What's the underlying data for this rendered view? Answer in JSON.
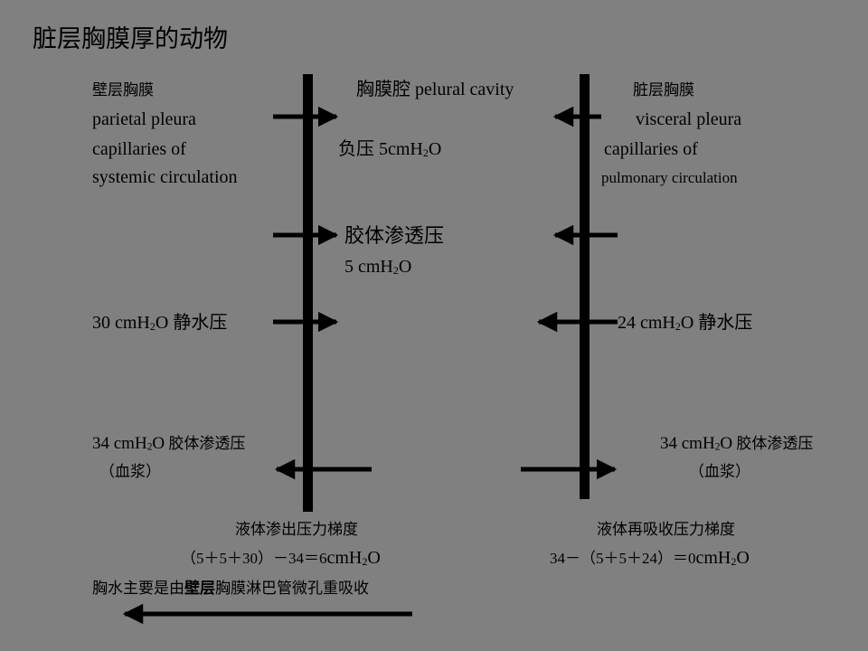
{
  "title": "脏层胸膜厚的动物",
  "left": {
    "cn": "壁层胸膜",
    "en": "parietal pleura",
    "cap1": "capillaries of",
    "cap2": "systemic circulation"
  },
  "middle": {
    "cavity": "胸膜腔 pelural cavity",
    "negative_cn": "负压 5",
    "colloid_cn": "胶体渗透压",
    "colloid_val": "5 "
  },
  "right": {
    "cn": "脏层胸膜",
    "en": "visceral pleura",
    "cap1": "capillaries of",
    "cap2": "pulmonary circulation"
  },
  "unit": {
    "pre": "cmH",
    "sub": "2",
    "post": "O"
  },
  "hydro_left": {
    "num": "30 ",
    "label": " 静水压"
  },
  "hydro_right": {
    "num": "24 ",
    "label": " 静水压"
  },
  "plasma_left": {
    "num": "34 ",
    "label": " 胶体渗透压",
    "paren": "（血浆）"
  },
  "plasma_right": {
    "num": "34 ",
    "label": " 胶体渗透压",
    "paren": "（血浆）"
  },
  "gradient_left": {
    "title": "液体渗出压力梯度",
    "formula": "（5＋5＋30）－34＝6"
  },
  "gradient_right": {
    "title": "液体再吸收压力梯度",
    "formula": "34－（5＋5＋24）＝0"
  },
  "footer": {
    "part1": "胸水主要是由",
    "bold": "壁层",
    "part2": "胸膜淋巴管微孔重吸收"
  }
}
